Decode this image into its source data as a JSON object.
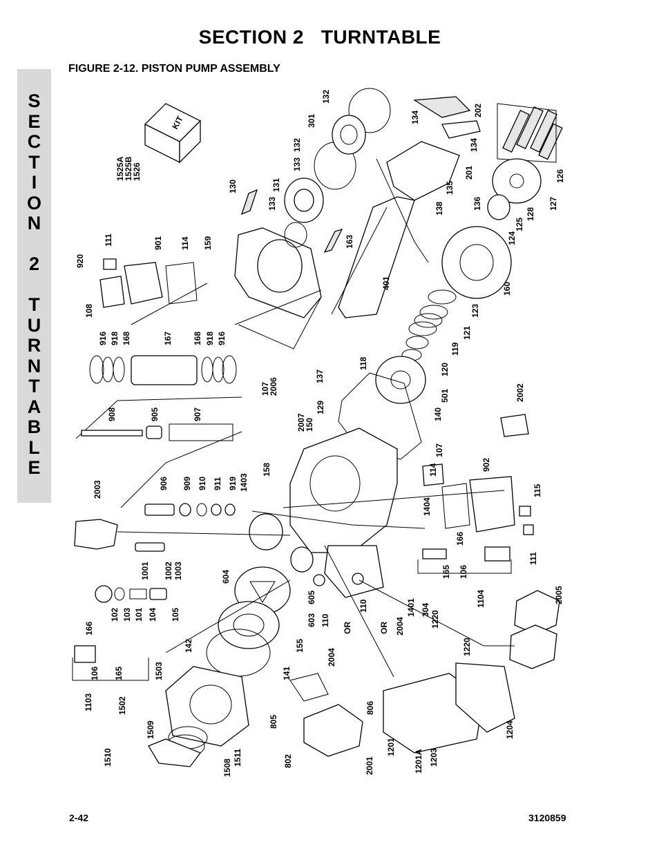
{
  "header": {
    "section_title": "SECTION 2   TURNTABLE",
    "figure_title": "FIGURE 2-12.  PISTON PUMP ASSEMBLY"
  },
  "side_tab": {
    "letters": [
      "S",
      "E",
      "C",
      "T",
      "I",
      "O",
      "N",
      " ",
      "2",
      " ",
      "T",
      "U",
      "R",
      "N",
      "T",
      "A",
      "B",
      "L",
      "E"
    ]
  },
  "footer": {
    "page_number": "2-42",
    "document_number": "3120859"
  },
  "kit_label": "KIT",
  "or_labels": [
    "OR",
    "OR"
  ],
  "callouts": [
    {
      "text": "1525A"
    },
    {
      "text": "1525B"
    },
    {
      "text": "1526"
    },
    {
      "text": "132"
    },
    {
      "text": "301"
    },
    {
      "text": "132"
    },
    {
      "text": "133"
    },
    {
      "text": "130"
    },
    {
      "text": "131"
    },
    {
      "text": "133"
    },
    {
      "text": "134"
    },
    {
      "text": "202"
    },
    {
      "text": "134"
    },
    {
      "text": "201"
    },
    {
      "text": "135"
    },
    {
      "text": "126"
    },
    {
      "text": "138"
    },
    {
      "text": "136"
    },
    {
      "text": "127"
    },
    {
      "text": "128"
    },
    {
      "text": "125"
    },
    {
      "text": "124"
    },
    {
      "text": "163"
    },
    {
      "text": "159"
    },
    {
      "text": "111"
    },
    {
      "text": "901"
    },
    {
      "text": "114"
    },
    {
      "text": "920"
    },
    {
      "text": "108"
    },
    {
      "text": "401"
    },
    {
      "text": "160"
    },
    {
      "text": "123"
    },
    {
      "text": "121"
    },
    {
      "text": "119"
    },
    {
      "text": "120"
    },
    {
      "text": "118"
    },
    {
      "text": "501"
    },
    {
      "text": "140"
    },
    {
      "text": "916"
    },
    {
      "text": "918"
    },
    {
      "text": "168"
    },
    {
      "text": "167"
    },
    {
      "text": "168"
    },
    {
      "text": "918"
    },
    {
      "text": "916"
    },
    {
      "text": "137"
    },
    {
      "text": "107"
    },
    {
      "text": "2006"
    },
    {
      "text": "2007"
    },
    {
      "text": "150"
    },
    {
      "text": "129"
    },
    {
      "text": "2002"
    },
    {
      "text": "908"
    },
    {
      "text": "905"
    },
    {
      "text": "907"
    },
    {
      "text": "107"
    },
    {
      "text": "114"
    },
    {
      "text": "902"
    },
    {
      "text": "158"
    },
    {
      "text": "1403"
    },
    {
      "text": "906"
    },
    {
      "text": "909"
    },
    {
      "text": "910"
    },
    {
      "text": "911"
    },
    {
      "text": "919"
    },
    {
      "text": "2003"
    },
    {
      "text": "1404"
    },
    {
      "text": "115"
    },
    {
      "text": "166"
    },
    {
      "text": "111"
    },
    {
      "text": "1001"
    },
    {
      "text": "1002"
    },
    {
      "text": "1003"
    },
    {
      "text": "165"
    },
    {
      "text": "106"
    },
    {
      "text": "604"
    },
    {
      "text": "1104"
    },
    {
      "text": "102"
    },
    {
      "text": "103"
    },
    {
      "text": "101"
    },
    {
      "text": "104"
    },
    {
      "text": "105"
    },
    {
      "text": "605"
    },
    {
      "text": "603"
    },
    {
      "text": "110"
    },
    {
      "text": "110"
    },
    {
      "text": "1401"
    },
    {
      "text": "2005"
    },
    {
      "text": "166"
    },
    {
      "text": "2004"
    },
    {
      "text": "304"
    },
    {
      "text": "1220"
    },
    {
      "text": "142"
    },
    {
      "text": "155"
    },
    {
      "text": "2004"
    },
    {
      "text": "1220"
    },
    {
      "text": "106"
    },
    {
      "text": "165"
    },
    {
      "text": "1503"
    },
    {
      "text": "141"
    },
    {
      "text": "1103"
    },
    {
      "text": "1502"
    },
    {
      "text": "805"
    },
    {
      "text": "806"
    },
    {
      "text": "1509"
    },
    {
      "text": "1201"
    },
    {
      "text": "1201A"
    },
    {
      "text": "1204"
    },
    {
      "text": "1510"
    },
    {
      "text": "1508"
    },
    {
      "text": "1511"
    },
    {
      "text": "802"
    },
    {
      "text": "2001"
    },
    {
      "text": "1203"
    }
  ]
}
